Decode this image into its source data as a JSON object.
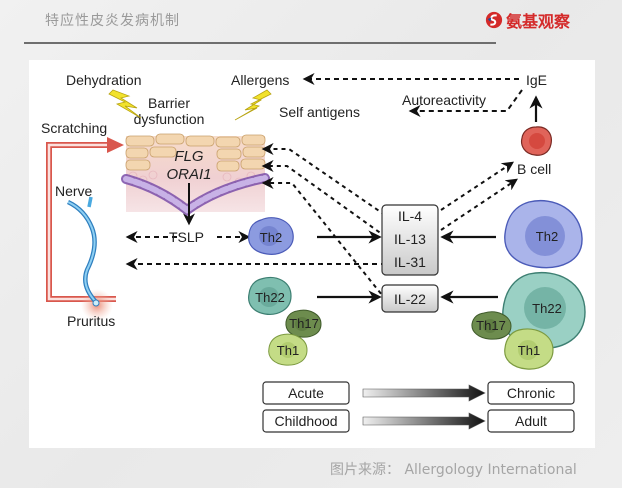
{
  "header": {
    "title": "特应性皮炎发病机制",
    "logo_text": "氨基观察",
    "brand_color": "#d42a2a"
  },
  "figure": {
    "top_labels": {
      "dehydration": "Dehydration",
      "barrier_line1": "Barrier",
      "barrier_line2": "dysfunction",
      "allergens": "Allergens",
      "self_antigens": "Self antigens",
      "autoreactivity": "Autoreactivity",
      "ige": "IgE",
      "b_cell": "B cell"
    },
    "left_labels": {
      "scratching": "Scratching",
      "nerve": "Nerve",
      "pruritus": "Pruritus"
    },
    "skin_genes": [
      "FLG",
      "ORAI1"
    ],
    "tslp": "TSLP",
    "cells_left": {
      "th2": "Th2",
      "th22": "Th22",
      "th17": "Th17",
      "th1": "Th1"
    },
    "cells_right": {
      "th2": "Th2",
      "th22": "Th22",
      "th17": "Th17",
      "th1": "Th1"
    },
    "cytokine_box_1": [
      "IL-4",
      "IL-13",
      "IL-31"
    ],
    "cytokine_box_2": [
      "IL-22"
    ],
    "progression": [
      {
        "from": "Acute",
        "to": "Chronic"
      },
      {
        "from": "Childhood",
        "to": "Adult"
      }
    ],
    "colors": {
      "th2": "#8c9be0",
      "th22": "#7fbfb0",
      "th17": "#6d8c4e",
      "th1": "#c4dc86",
      "b_cell": "#e0645a",
      "scratch_arrow": "#d9574d",
      "nerve": "#4aa9e0",
      "lightning": "#f2e22c"
    }
  },
  "footer": {
    "source": "图片来源：  Allergology International"
  }
}
